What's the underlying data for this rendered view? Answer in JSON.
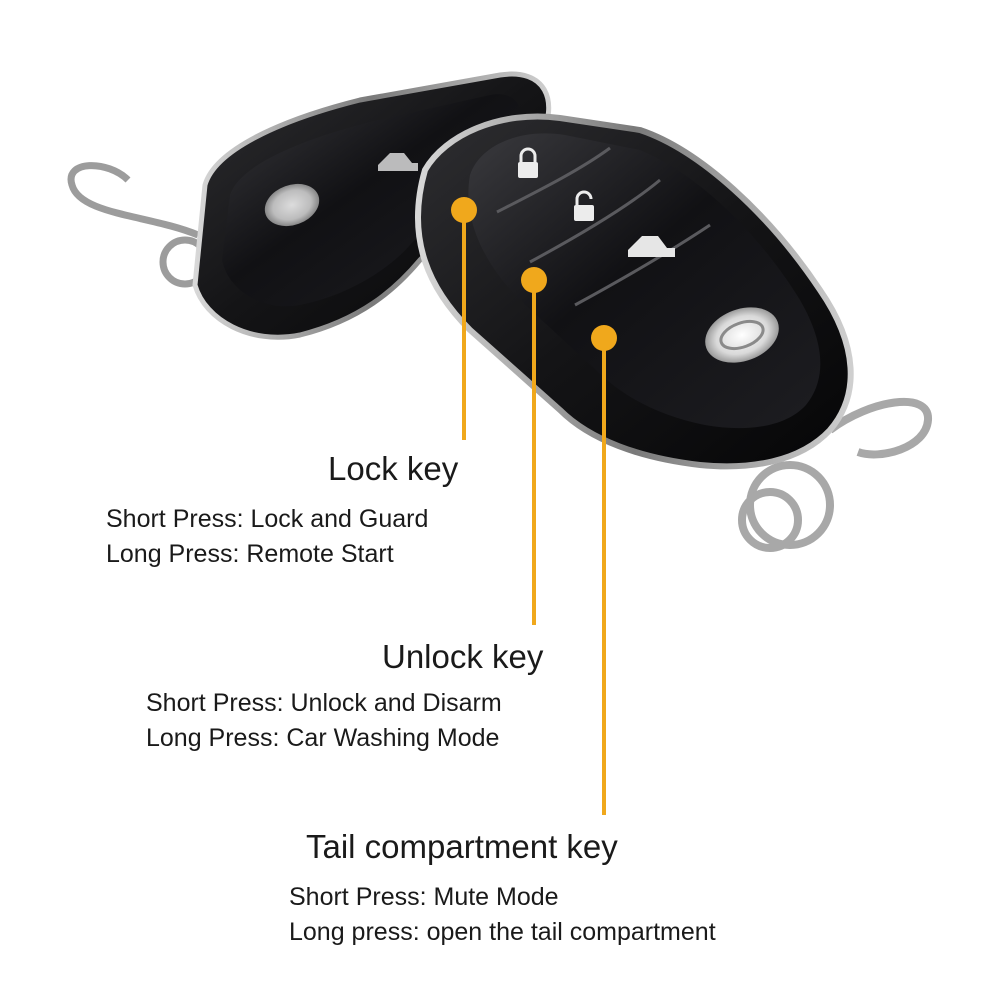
{
  "colors": {
    "background": "#ffffff",
    "callout": "#f0a81c",
    "fob_body": "#1c1c1e",
    "fob_trim": "#8a8a8a",
    "text": "#1a1a1a"
  },
  "icons": [
    "lock-icon",
    "unlock-icon",
    "car-trunk-icon",
    "brand-logo-icon",
    "keyring-clasp-icon"
  ],
  "callouts": {
    "lock": {
      "title": "Lock key",
      "short_press": "Short Press: Lock and Guard",
      "long_press": "Long Press: Remote Start"
    },
    "unlock": {
      "title": "Unlock key",
      "short_press": "Short Press: Unlock and Disarm",
      "long_press": "Long Press: Car Washing Mode"
    },
    "tail": {
      "title": "Tail compartment key",
      "short_press": "Short Press: Mute Mode",
      "long_press": "Long press: open the tail compartment"
    }
  }
}
